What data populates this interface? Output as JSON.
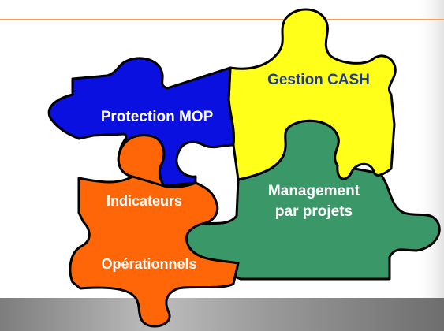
{
  "diagram": {
    "colors": {
      "accent_line": "#f0a060",
      "blue": "#0a10e0",
      "yellow": "#ffff1a",
      "orange": "#ff6608",
      "green": "#3a9868",
      "outline": "#000000"
    },
    "pieces": [
      {
        "name": "protection-mop",
        "label": "Protection MOP",
        "color_key": "blue"
      },
      {
        "name": "gestion-cash",
        "label": "Gestion CASH",
        "color_key": "yellow"
      },
      {
        "name": "indicateurs",
        "label_top": "Indicateurs",
        "label_bottom": "Opérationnels",
        "color_key": "orange"
      },
      {
        "name": "management",
        "label_line1": "Management",
        "label_line2": "par projets",
        "color_key": "green"
      }
    ]
  }
}
